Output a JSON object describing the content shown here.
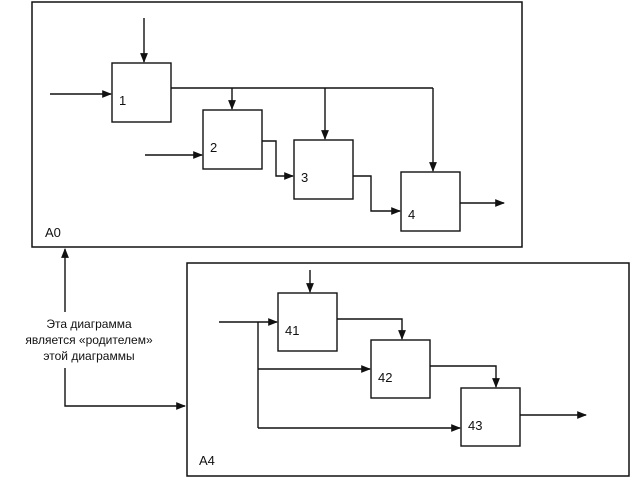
{
  "parent_diagram": {
    "label": "A0",
    "boxes": [
      "1",
      "2",
      "3",
      "4"
    ]
  },
  "child_diagram": {
    "label": "A4",
    "boxes": [
      "41",
      "42",
      "43"
    ]
  },
  "caption": {
    "line1": "Эта диаграмма",
    "line2": "является «родителем»",
    "line3": "этой диаграммы"
  }
}
